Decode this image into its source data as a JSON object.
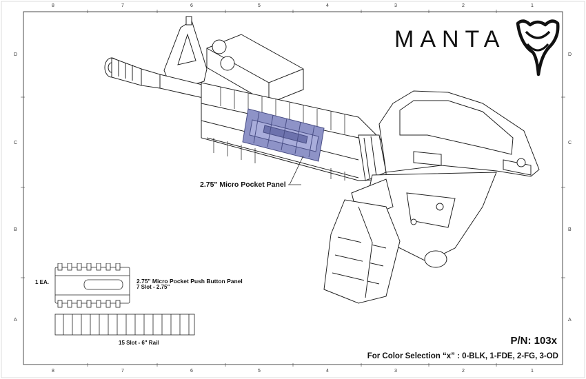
{
  "border_zones": {
    "top": [
      "8",
      "7",
      "6",
      "5",
      "4",
      "3",
      "2",
      "1"
    ],
    "bottom": [
      "8",
      "7",
      "6",
      "5",
      "4",
      "3",
      "2",
      "1"
    ],
    "left": [
      "D",
      "C",
      "B",
      "A"
    ],
    "right": [
      "D",
      "C",
      "B",
      "A"
    ]
  },
  "logo": {
    "text": "MANTA"
  },
  "callouts": {
    "panel": "2.75\" Micro Pocket Panel",
    "qty": "1 EA.",
    "panel_name": "2.75\" Micro Pocket Push Button Panel",
    "panel_slots": "7 Slot - 2.75\"",
    "rail": "15 Slot - 6\" Rail"
  },
  "part_number": "P/N: 103x",
  "color_selection": "For Color Selection “x” : 0-BLK, 1-FDE, 2-FG, 3-OD",
  "colors": {
    "line": "#222222",
    "panel_fill": "#8e93c7",
    "panel_dark": "#4a4f86"
  }
}
